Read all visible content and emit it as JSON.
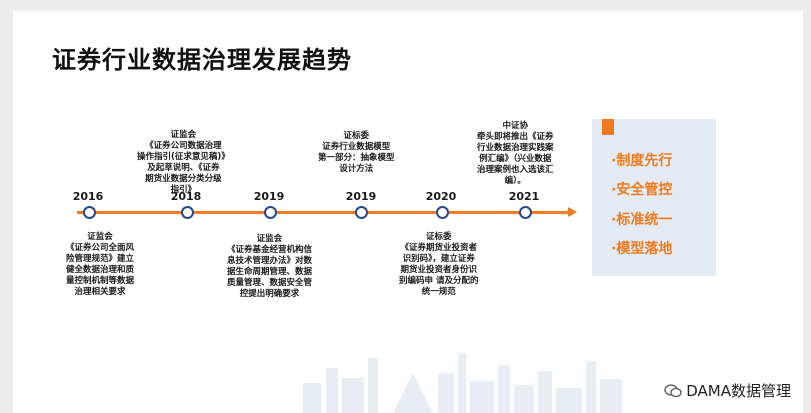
{
  "title": "证券行业数据治理发展趋势",
  "timeline": {
    "years": [
      "2016",
      "2018",
      "2019",
      "2019",
      "2020",
      "2021"
    ],
    "above": {
      "n2018": [
        "证监会",
        "《证券公司数据治理",
        "操作指引(征求意见稿)》",
        "及起草说明、《证券",
        "期货业数据分类分级",
        "指引》"
      ],
      "n2019b": [
        "证标委",
        "证券行业数据模型",
        "第一部分：抽象模型",
        "设计方法"
      ],
      "n2021": [
        "中证协",
        "牵头即将推出《证券",
        "行业数据治理实践案",
        "例汇编》（兴业数据",
        "治理案例也入选该汇",
        "编）。"
      ]
    },
    "below": {
      "n2016": [
        "证监会",
        "《证券公司全面风",
        "险管理规范》建立",
        "健全数据治理和质",
        "量控制机制等数据",
        "治理相关要求"
      ],
      "n2019a": [
        "证监会",
        "《证券基金经营机构信",
        "息技术管理办法》对数",
        "据生命周期管理、数据",
        "质量管理、数据安全管",
        "控提出明确要求"
      ],
      "n2020": [
        "证标委",
        "《证券期货业投资者",
        "识别码》，建立证券",
        "期货业投资者身份识",
        "别编码申 请及分配的",
        "统一规范"
      ]
    }
  },
  "panel": {
    "items": [
      "·制度先行",
      "·安全管控",
      "·标准统一",
      "·模型落地"
    ]
  },
  "watermark": {
    "text": "DAMA数据管理"
  },
  "colors": {
    "accent": "#f07a1e",
    "node": "#27498f",
    "panel_bg": "#e5ebf5",
    "panel_text": "#ed7a1c"
  }
}
